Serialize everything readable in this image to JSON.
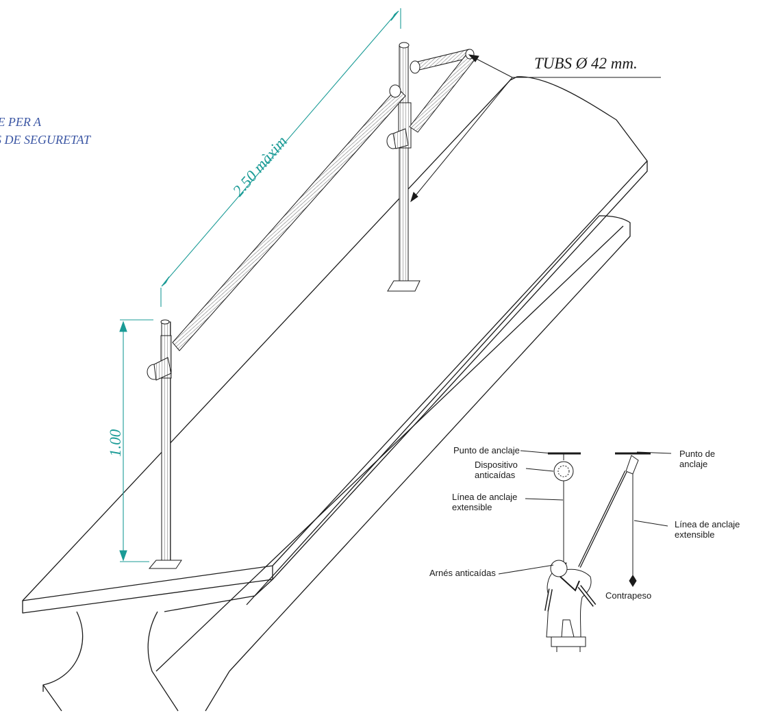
{
  "labels": {
    "tube": "TUBS Ø 42 mm.",
    "anchor_blue_1": "ANCORATGE PER A",
    "anchor_blue_2": "CINTURONS DE SEGURETAT",
    "span": "2.50 màxim",
    "height": "1.00"
  },
  "inset": {
    "anchor_point_left": "Punto de anclaje",
    "fall_device_1": "Dispositivo",
    "fall_device_2": "anticaídas",
    "anchor_line_left_1": "Línea de anclaje",
    "anchor_line_left_2": "extensible",
    "harness": "Arnés anticaídas",
    "anchor_point_right_1": "Punto de",
    "anchor_point_right_2": "anclaje",
    "anchor_line_right_1": "Línea de anclaje",
    "anchor_line_right_2": "extensible",
    "counterweight": "Contrapeso"
  },
  "colors": {
    "line": "#1a1a1a",
    "dimension": "#1a9b96",
    "blue_label": "#3a55a3"
  }
}
